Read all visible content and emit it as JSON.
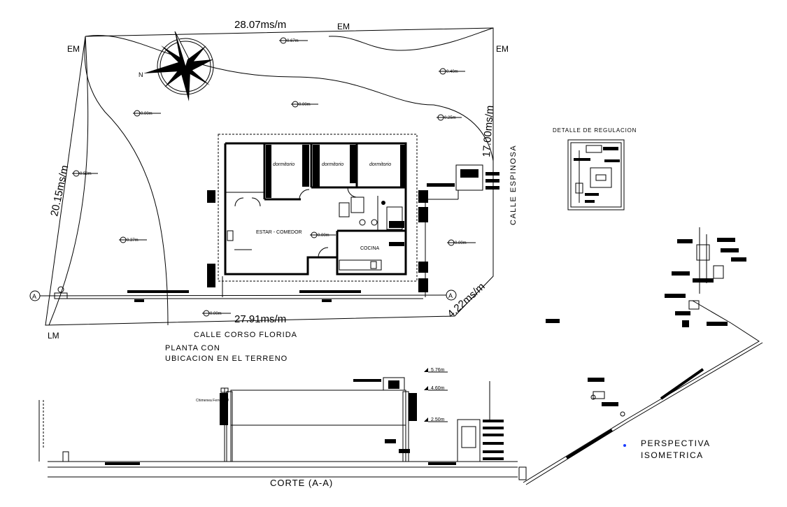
{
  "site": {
    "dim_top": "28.07ms/m",
    "dim_bottom": "27.91ms/m",
    "dim_left": "20.15ms/m",
    "dim_right": "17.00ms/m",
    "dim_corner": "4.22ms/m",
    "marker_em_top": "EM",
    "marker_em_left": "EM",
    "marker_em_right": "EM",
    "marker_lm": "LM",
    "section_marker_left": "A",
    "section_marker_right": "A",
    "street_bottom": "CALLE CORSO FLORIDA",
    "street_right": "CALLE ESPINOSA",
    "plan_title_line1": "PLANTA CON",
    "plan_title_line2": "UBICACION EN EL TERRENO"
  },
  "levels": {
    "l1": "0.67m",
    "l2": "0.40m",
    "l3": "0.00m",
    "l4": "0.00m",
    "l5": "0.25m",
    "l6": "0.58m",
    "l7": "0.37m",
    "l8": "0.00m",
    "l9": "0.00m",
    "l10": "0.00m"
  },
  "rooms": {
    "dorm1": "dormitorio",
    "dorm2": "dormitorio",
    "dorm3": "dormitorio",
    "living": "ESTAR - COMEDOR",
    "kitchen": "COCINA"
  },
  "detail": {
    "title": "DETALLE DE REGULACION"
  },
  "section": {
    "title": "CORTE (A-A)",
    "lvl_top": "5.76m",
    "lvl_mid": "4.60m",
    "lvl_low": "2.50m",
    "note": "Chimenea Ferrol 4\"Ø"
  },
  "isometric": {
    "title_line1": "PERSPECTIVA",
    "title_line2": "ISOMETRICA",
    "marker_color": "#1a3cff"
  }
}
